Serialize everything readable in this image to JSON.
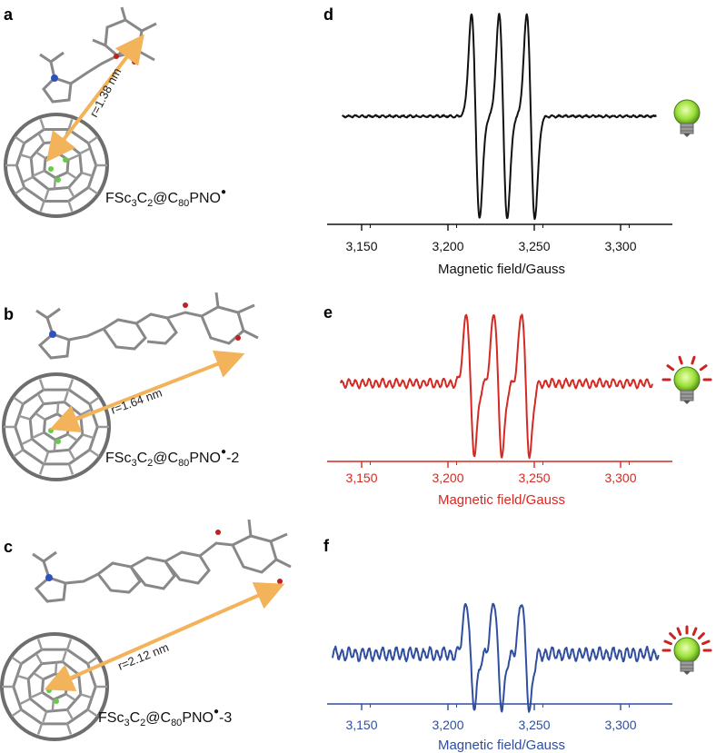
{
  "panels": {
    "a": {
      "letter": "a",
      "formula_main": "FSc",
      "sub1": "3",
      "formula_c": "C",
      "sub2": "2",
      "formula_at": "@C",
      "sub3": "80",
      "formula_end": "PNO",
      "suffix": "",
      "distance": "r=1.38 nm"
    },
    "b": {
      "letter": "b",
      "formula_main": "FSc",
      "sub1": "3",
      "formula_c": "C",
      "sub2": "2",
      "formula_at": "@C",
      "sub3": "80",
      "formula_end": "PNO",
      "suffix": "-2",
      "distance": "r=1.64 nm"
    },
    "c": {
      "letter": "c",
      "formula_main": "FSc",
      "sub1": "3",
      "formula_c": "C",
      "sub2": "2",
      "formula_at": "@C",
      "sub3": "80",
      "formula_end": "PNO",
      "suffix": "-3",
      "distance": "r=2.12 nm"
    },
    "d": {
      "letter": "d"
    },
    "e": {
      "letter": "e"
    },
    "f": {
      "letter": "f"
    }
  },
  "colors": {
    "black": "#111111",
    "red": "#d42a23",
    "blue": "#2f4f9e",
    "arrow": "#f2b35a",
    "bulb": "#9be03a",
    "rays": "#cc2222"
  },
  "icons": [
    "lightbulb-icon"
  ],
  "chart_data": [
    {
      "type": "line",
      "panel": "d",
      "color": "#111111",
      "xlabel": "Magnetic field/Gauss",
      "xlim": [
        3130,
        3330
      ],
      "xticks": [
        3150,
        3200,
        3250,
        3300
      ],
      "xtick_labels": [
        "3,150",
        "3,200",
        "3,250",
        "3,300"
      ],
      "peaks": [
        3216,
        3232,
        3248
      ],
      "noise": "low",
      "bulb_rays": 0
    },
    {
      "type": "line",
      "panel": "e",
      "color": "#d42a23",
      "xlabel": "Magnetic field/Gauss",
      "xlim": [
        3130,
        3330
      ],
      "xticks": [
        3150,
        3200,
        3250,
        3300
      ],
      "xtick_labels": [
        "3,150",
        "3,200",
        "3,250",
        "3,300"
      ],
      "peaks": [
        3213,
        3229,
        3245
      ],
      "noise": "medium",
      "bulb_rays": 6
    },
    {
      "type": "line",
      "panel": "f",
      "color": "#2f4f9e",
      "xlabel": "Magnetic field/Gauss",
      "xlim": [
        3130,
        3330
      ],
      "xticks": [
        3150,
        3200,
        3250,
        3300
      ],
      "xtick_labels": [
        "3,150",
        "3,200",
        "3,250",
        "3,300"
      ],
      "peaks": [
        3213,
        3229,
        3245
      ],
      "noise": "high",
      "bulb_rays": 9
    }
  ]
}
